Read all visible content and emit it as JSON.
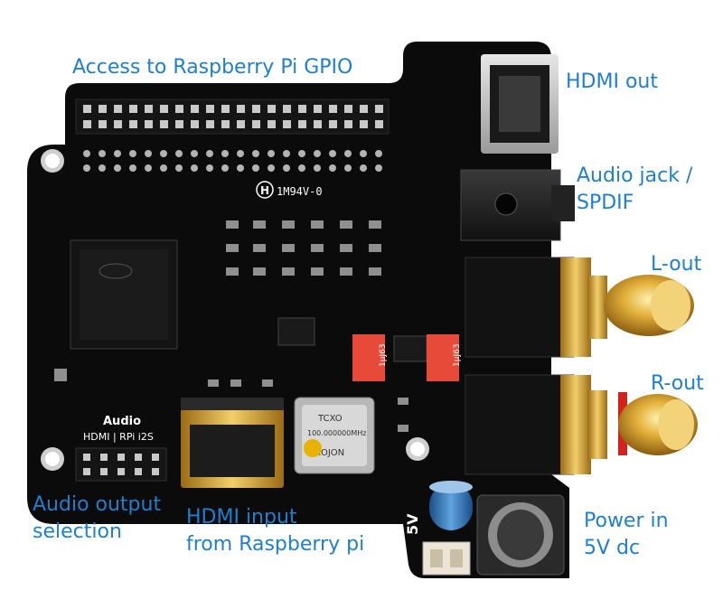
{
  "labels": {
    "gpio": "Access to Raspberry Pi GPIO",
    "hdmi_out": "HDMI out",
    "audio_jack": "Audio jack /\nSPDIF",
    "l_out": "L-out",
    "r_out": "R-out",
    "power_in": "Power in\n5V dc",
    "audio_output_selection": "Audio output\nselection",
    "hdmi_input": "HDMI input\nfrom Raspberry pi"
  },
  "silkscreen": {
    "board_code": "1M94V-0",
    "audio": "Audio",
    "jumper_labels": "HDMI | RPi i2S",
    "power_5v": "5V",
    "cap1": "1μJ63",
    "cap2": "1μJ63",
    "tcxo": "TCXO",
    "crystal_maker": "ROJON",
    "crystal_freq": "100.000000MHz"
  },
  "colors": {
    "label_blue": "#1f7fcf",
    "pcb_black": "#0b0b0b",
    "gold": "#d6a431",
    "red_cap": "#e84a3a"
  }
}
